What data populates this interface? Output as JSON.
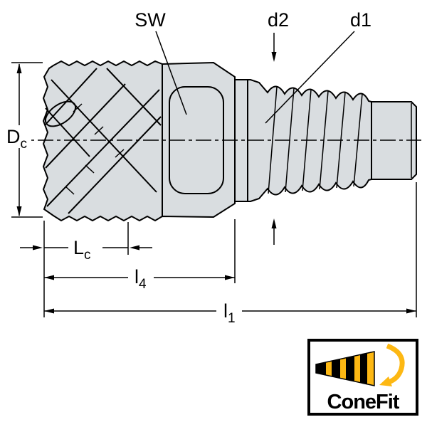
{
  "labels": {
    "sw": "SW",
    "d2": "d2",
    "d1": "d1",
    "dc_main": "D",
    "dc_sub": "c",
    "lc_main": "L",
    "lc_sub": "c",
    "l4_main": "l",
    "l4_sub": "4",
    "l1_main": "l",
    "l1_sub": "1"
  },
  "logo": {
    "text": "ConeFit"
  },
  "colors": {
    "accent_yellow": "#fdb813",
    "body_fill": "#d9dde0",
    "line": "#000000",
    "background": "#ffffff"
  }
}
